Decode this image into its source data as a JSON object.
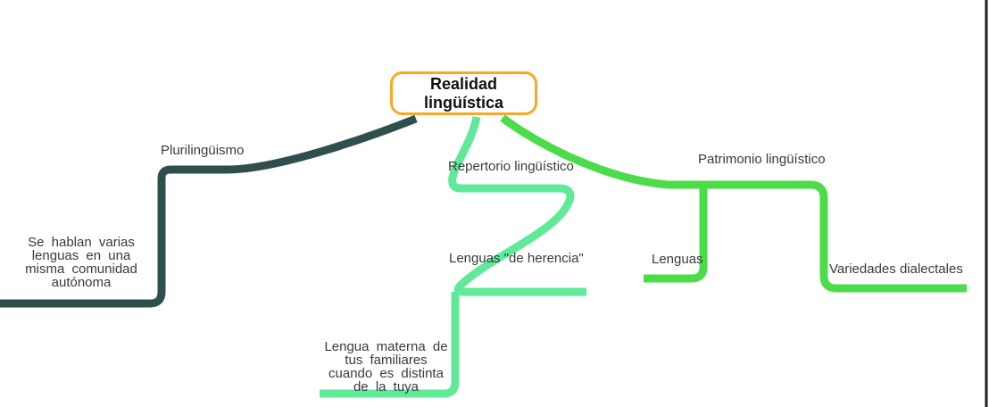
{
  "colors": {
    "root_border": "#F9A825",
    "branch_plurilinguismo": "#2E4F4C",
    "branch_repertorio": "#5FE998",
    "branch_patrimonio": "#4CDC49",
    "canvas_edge": "#1E1E1E",
    "text": "#3A3A3A"
  },
  "mindmap": {
    "root": "Realidad\nlingüística",
    "plurilinguismo": {
      "label": "Plurilingüismo",
      "note": "Se hablan varias\nlenguas en una\nmisma comunidad\nautónoma"
    },
    "repertorio": {
      "label": "Repertorio lingüístico",
      "herencia": "Lenguas \"de herencia\"",
      "lengua_materna": "Lengua materna de\ntus familiares\ncuando es distinta\nde la tuya"
    },
    "patrimonio": {
      "label": "Patrimonio lingüístico",
      "lenguas": "Lenguas",
      "variedades": "Variedades dialectales"
    }
  }
}
